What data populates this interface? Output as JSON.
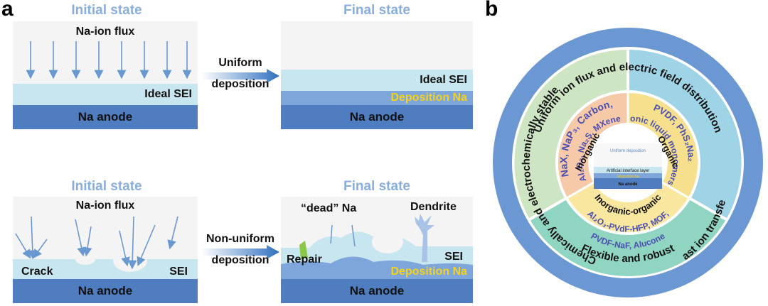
{
  "panel_a": {
    "letter": "a",
    "top": {
      "initial_title": "Initial state",
      "final_title": "Final state",
      "flux_label": "Na-ion flux",
      "sei_label_left": "Ideal SEI",
      "anode_label_left": "Na anode",
      "arrow_label_1": "Uniform",
      "arrow_label_2": "deposition",
      "sei_label_right": "Ideal SEI",
      "deposition_label": "Deposition Na",
      "anode_label_right": "Na anode"
    },
    "bottom": {
      "initial_title": "Initial state",
      "final_title": "Final state",
      "flux_label": "Na-ion flux",
      "crack_label": "Crack",
      "sei_label_left": "SEI",
      "anode_label_left": "Na anode",
      "arrow_label_1": "Non-uniform",
      "arrow_label_2": "deposition",
      "dead_na_label": "“dead” Na",
      "dendrite_label": "Dendrite",
      "repair_label": "Repair",
      "sei_label_right": "SEI",
      "deposition_label": "Deposition Na",
      "anode_label_right": "Na anode"
    }
  },
  "panel_b": {
    "letter": "b",
    "outer_ring": {
      "top": "Uniform ion flux and electric field distribution",
      "left": "Chemically and electrochemically stable",
      "right_bottom": "Fast ion transfer",
      "bottom": "Flexible and robust"
    },
    "materials": {
      "inorganic": [
        "NaX, NaP₃, Carbon,",
        "Al₂O₃, Na₂S, MXene"
      ],
      "organic": [
        "PVDF, PhS₂Na₂",
        "Ionic liquid monomers"
      ],
      "hybrid": [
        "Al₂O₃-PVdF-HFP, MOF,",
        "PVDF-NaF, Alucone"
      ]
    },
    "categories": {
      "inorganic": "Inorganic",
      "organic": "Organic",
      "hybrid": "Inorganic-organic"
    },
    "center": {
      "uniform_deposition": "Uniform deposition",
      "interface_layer": "Artificial interface layer",
      "deposition": "Deposition Na",
      "anode": "Na anode"
    },
    "colors": {
      "outer_ring": "#6b98d2",
      "inorganic_ring": "#cde5c3",
      "organic_ring": "#9fd3e6",
      "hybrid_ring": "#8fd5c2",
      "inorganic_core": "#f6c9a9",
      "organic_core": "#f6e08d",
      "hybrid_core": "#f9e7a0",
      "ring_text": "#4b4fb0"
    }
  }
}
